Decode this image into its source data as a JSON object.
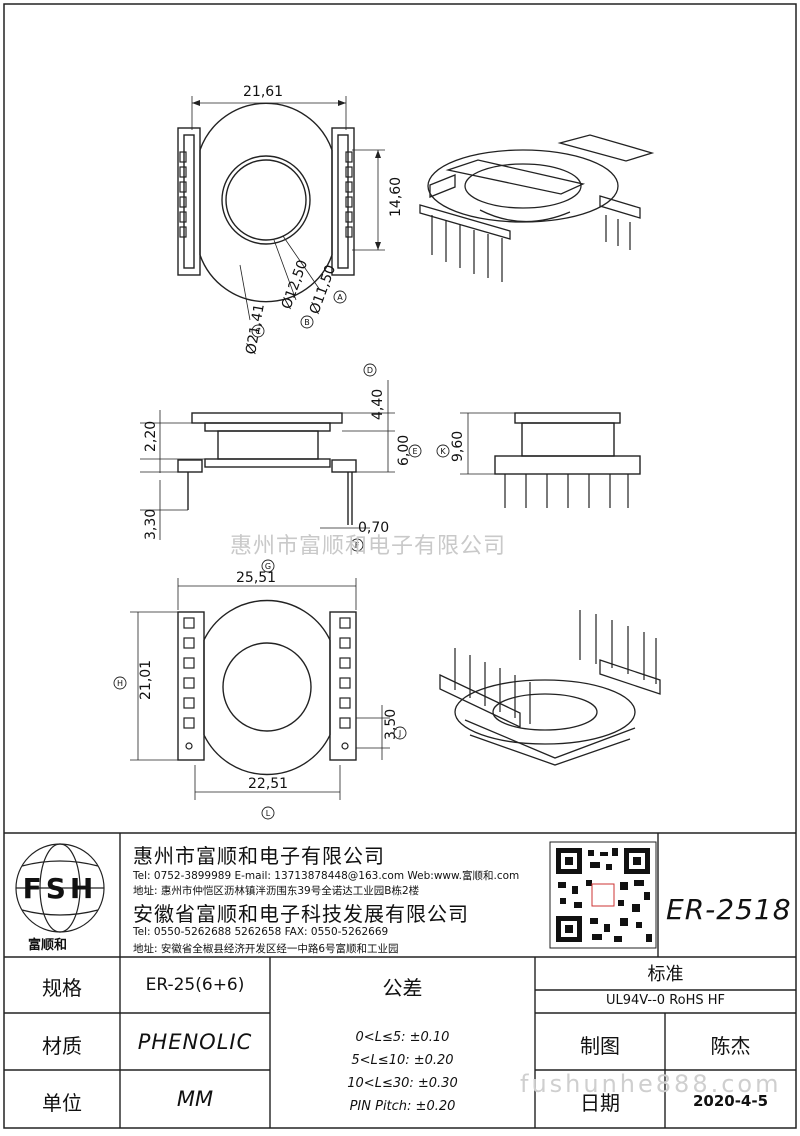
{
  "watermarks": {
    "company": "惠州市富顺和电子有限公司",
    "url": "fushunhe888.com"
  },
  "dimensions": {
    "top_width": "21,61",
    "top_height": "14,60",
    "dia_a": "Ø11,50",
    "dia_b": "Ø12,50",
    "dia_c": "Ø21,41",
    "side_top": "2,20",
    "side_bottom": "3,30",
    "side_d": "4,40",
    "side_e": "6,00",
    "side_f": "0,70",
    "side_k": "9,60",
    "bottom_width": "25,51",
    "bottom_height": "21,01",
    "bottom_base": "22,51",
    "bottom_pitch": "3,50"
  },
  "markers": {
    "a": "A",
    "b": "B",
    "c": "C",
    "d": "D",
    "e": "E",
    "f": "F",
    "g": "G",
    "h": "H",
    "j": "J",
    "k": "K",
    "l": "L"
  },
  "title_block": {
    "logo": {
      "letters": "FSH",
      "name": "富顺和"
    },
    "company1": "惠州市富顺和电子有限公司",
    "contact1": "Tel:  0752-3899989   E-mail: 13713878448@163.com   Web:www.富顺和.com",
    "address1": "地址: 惠州市仲恺区沥林镇泮沥围东39号全诺达工业园B栋2楼",
    "company2": "安徽省富顺和电子科技发展有限公司",
    "contact2": "Tel:   0550-5262688   5262658        FAX:  0550-5262669",
    "address2": "地址: 安徽省全椒县经济开发区经一中路6号富顺和工业园",
    "model": "ER-2518",
    "spec_label": "规格",
    "spec_value": "ER-25(6+6)",
    "tolerance_label": "公差",
    "standard_label": "标准",
    "standard_value": "UL94V--0  RoHS HF",
    "material_label": "材质",
    "material_value": "PHENOLIC",
    "drawn_label": "制图",
    "drawn_value": "陈杰",
    "unit_label": "单位",
    "unit_value": "MM",
    "date_label": "日期",
    "date_value": "2020-4-5",
    "tolerances": [
      "0<L≤5: ±0.10",
      "5<L≤10: ±0.20",
      "10<L≤30: ±0.30",
      "PIN Pitch: ±0.20"
    ]
  }
}
